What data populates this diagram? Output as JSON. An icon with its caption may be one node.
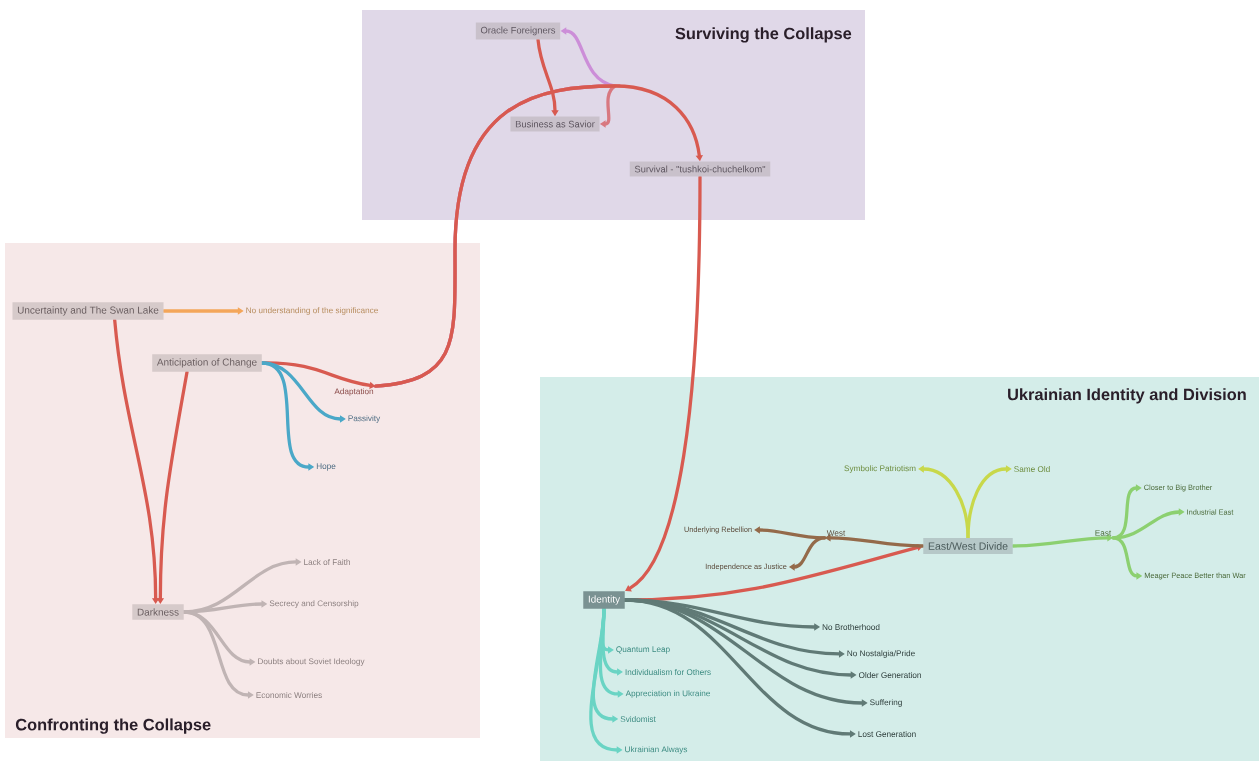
{
  "diagram": {
    "nodes": [
      {
        "text": [
          "Surviving the Collapse"
        ]
      },
      {
        "text": [
          "Oracle Foreigners"
        ],
        "in": 0
      },
      {
        "text": [
          "Business as Savior"
        ],
        "in": 0
      },
      {
        "text": [
          "Survival - \"tushkoi-chuchelkom\""
        ],
        "in": 0
      },
      {
        "text": [
          "Confronting the Collapse"
        ]
      },
      {
        "text": [
          "Uncertainty and The Swan Lake"
        ],
        "in": 4
      },
      {
        "text": [
          "No understanding of the significance"
        ],
        "in": 4
      },
      {
        "text": [
          "Anticipation of Change"
        ],
        "in": 4
      },
      {
        "text": [
          "Adaptation"
        ],
        "in": 4
      },
      {
        "text": [
          "Passivity"
        ],
        "in": 4
      },
      {
        "text": [
          "Hope"
        ],
        "in": 4
      },
      {
        "text": [
          "Darkness"
        ],
        "in": 4
      },
      {
        "text": [
          "Lack of Faith"
        ],
        "in": 4
      },
      {
        "text": [
          "Secrecy and Censorship"
        ],
        "in": 4
      },
      {
        "text": [
          "Doubts about Soviet Ideology"
        ],
        "in": 4
      },
      {
        "text": [
          "Economic Worries"
        ],
        "in": 4
      },
      {
        "text": [
          "Ukrainian Identity and Division"
        ]
      },
      {
        "text": [
          "Symbolic Patriotism"
        ],
        "in": 16
      },
      {
        "text": [
          "Same Old"
        ],
        "in": 16
      },
      {
        "text": [
          "Underlying Rebellion"
        ],
        "in": 16
      },
      {
        "text": [
          "West"
        ],
        "in": 16
      },
      {
        "text": [
          "Independence as Justice"
        ],
        "in": 16
      },
      {
        "text": [
          "East/West Divide"
        ],
        "in": 16
      },
      {
        "text": [
          "East"
        ],
        "in": 16
      },
      {
        "text": [
          "Closer to Big Brother"
        ],
        "in": 16
      },
      {
        "text": [
          "Industrial East"
        ],
        "in": 16
      },
      {
        "text": [
          "Meager Peace Better than War"
        ],
        "in": 16
      },
      {
        "text": [
          "Identity"
        ],
        "in": 16
      },
      {
        "text": [
          "No Brotherhood"
        ],
        "in": 16
      },
      {
        "text": [
          "No Nostalgia/Pride"
        ],
        "in": 16
      },
      {
        "text": [
          "Older Generation"
        ],
        "in": 16
      },
      {
        "text": [
          "Suffering"
        ],
        "in": 16
      },
      {
        "text": [
          "Lost Generation"
        ],
        "in": 16
      },
      {
        "text": [
          "Quantum Leap"
        ],
        "in": 16
      },
      {
        "text": [
          "Individualism for Others"
        ],
        "in": 16
      },
      {
        "text": [
          "Appreciation in Ukraine"
        ],
        "in": 16
      },
      {
        "text": [
          "Svidomist"
        ],
        "in": 16
      },
      {
        "text": [
          "Ukrainian Always"
        ],
        "in": 16
      }
    ],
    "edges": [
      {
        "from": 5,
        "to": 6,
        "arrow": "to",
        "color": "#f4a65a"
      },
      {
        "from": 5,
        "to": 11,
        "arrow": "to"
      },
      {
        "from": 7,
        "to": 11,
        "arrow": "to"
      },
      {
        "from": 7,
        "to": 8,
        "arrow": "to"
      },
      {
        "from": 7,
        "to": 9,
        "arrow": "to",
        "color": "#4aa8c8"
      },
      {
        "from": 7,
        "to": 10,
        "arrow": "to",
        "color": "#4aa8c8"
      },
      {
        "from": 8,
        "to": 1,
        "arrow": "to",
        "color": "#cc8ed8"
      },
      {
        "from": 8,
        "to": 2,
        "arrow": "to",
        "color": "#d87880"
      },
      {
        "from": 8,
        "to": 3,
        "arrow": "to"
      },
      {
        "from": 1,
        "to": 2,
        "arrow": "to"
      },
      {
        "from": 3,
        "to": 27,
        "arrow": "to"
      },
      {
        "from": 27,
        "to": 22,
        "arrow": "to"
      },
      {
        "from": 22,
        "to": 17,
        "arrow": "to",
        "color": "#c8d84a"
      },
      {
        "from": 22,
        "to": 18,
        "arrow": "to",
        "color": "#c8d84a"
      },
      {
        "from": 22,
        "to": 20,
        "arrow": "to",
        "color": "#946a4a"
      },
      {
        "from": 20,
        "to": 19,
        "arrow": "to",
        "color": "#946a4a"
      },
      {
        "from": 20,
        "to": 21,
        "arrow": "to",
        "color": "#946a4a"
      },
      {
        "from": 22,
        "to": 23,
        "arrow": "to",
        "color": "#8cd070"
      },
      {
        "from": 23,
        "to": 24,
        "arrow": "to",
        "color": "#8cd070"
      },
      {
        "from": 23,
        "to": 25,
        "arrow": "to",
        "color": "#8cd070"
      },
      {
        "from": 23,
        "to": 26,
        "arrow": "to",
        "color": "#8cd070"
      },
      {
        "from": 11,
        "to": 12,
        "arrow": "to",
        "color": "#c0b4b4"
      },
      {
        "from": 11,
        "to": 13,
        "arrow": "to",
        "color": "#c0b4b4"
      },
      {
        "from": 11,
        "to": 14,
        "arrow": "to",
        "color": "#c0b4b4"
      },
      {
        "from": 11,
        "to": 15,
        "arrow": "to",
        "color": "#c0b4b4"
      },
      {
        "from": 27,
        "to": 28,
        "arrow": "to",
        "color": "#607a76"
      },
      {
        "from": 27,
        "to": 29,
        "arrow": "to",
        "color": "#607a76"
      },
      {
        "from": 27,
        "to": 30,
        "arrow": "to",
        "color": "#607a76"
      },
      {
        "from": 27,
        "to": 31,
        "arrow": "to",
        "color": "#607a76"
      },
      {
        "from": 27,
        "to": 32,
        "arrow": "to",
        "color": "#607a76"
      },
      {
        "from": 27,
        "to": 33,
        "arrow": "to",
        "color": "#6ad4c4"
      },
      {
        "from": 27,
        "to": 34,
        "arrow": "to",
        "color": "#6ad4c4"
      },
      {
        "from": 27,
        "to": 35,
        "arrow": "to",
        "color": "#6ad4c4"
      },
      {
        "from": 27,
        "to": 36,
        "arrow": "to",
        "color": "#6ad4c4"
      },
      {
        "from": 27,
        "to": 37,
        "arrow": "to",
        "color": "#6ad4c4"
      }
    ]
  }
}
